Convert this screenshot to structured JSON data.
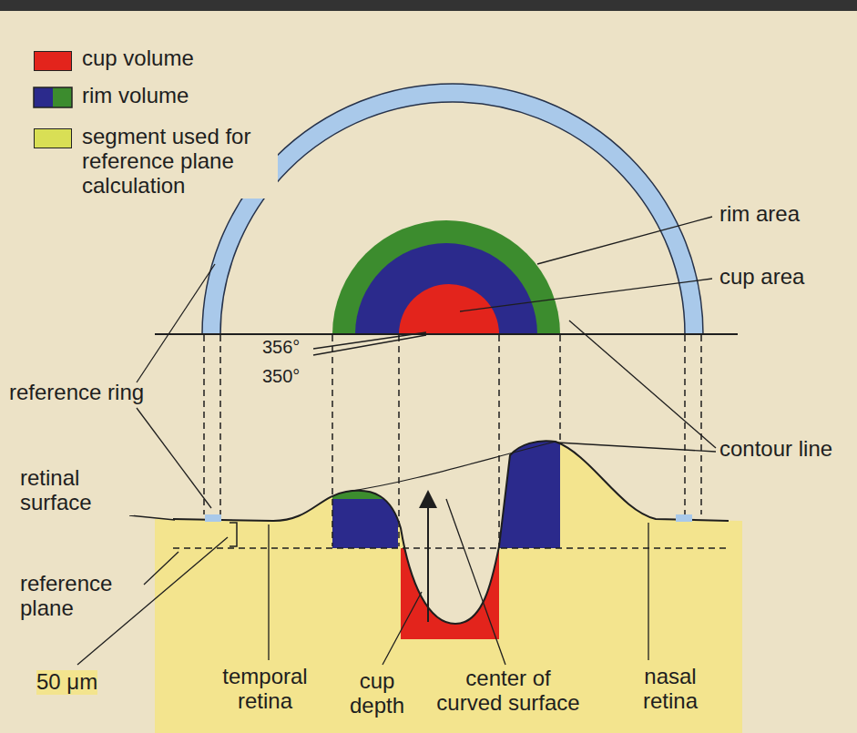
{
  "diagram": {
    "labels": [
      "rim area",
      "cup area",
      "356°",
      "350°",
      "reference ring",
      "contour line",
      "retinal surface",
      "reference plane",
      "50 μm",
      "temporal retina",
      "cup depth",
      "center of curved surface",
      "nasal retina"
    ],
    "legend": [
      {
        "text": "cup volume",
        "color": "#e3241c"
      },
      {
        "text": "rim volume"
      },
      {
        "text": "segment used for reference plane calculation",
        "color": "#d9df55"
      }
    ]
  }
}
